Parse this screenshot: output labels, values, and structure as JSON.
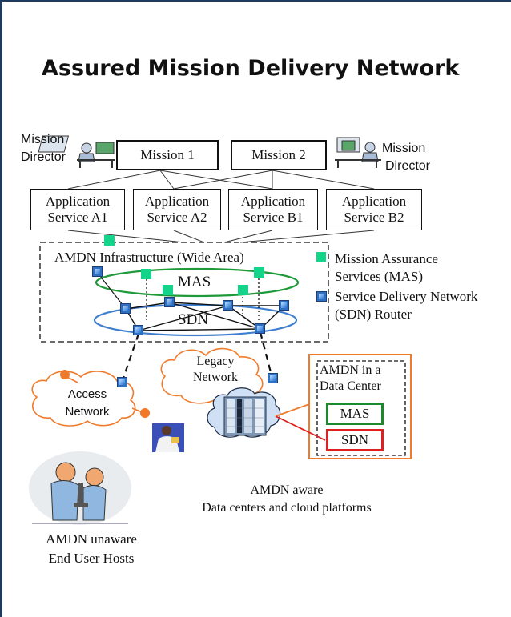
{
  "title": "Assured Mission Delivery Network",
  "mission_directors": [
    {
      "line1": "Mission",
      "line2": "Director"
    },
    {
      "line1": "Mission",
      "line2": "Director"
    }
  ],
  "missions": [
    "Mission 1",
    "Mission 2"
  ],
  "app_services": [
    {
      "line1": "Application",
      "line2": "Service A1"
    },
    {
      "line1": "Application",
      "line2": "Service A2"
    },
    {
      "line1": "Application",
      "line2": "Service B1"
    },
    {
      "line1": "Application",
      "line2": "Service B2"
    }
  ],
  "infrastructure_label": "AMDN Infrastructure (Wide Area)",
  "mas_label": "MAS",
  "sdn_label": "SDN",
  "legend": {
    "mas_line1": "Mission Assurance",
    "mas_line2": "Services (MAS)",
    "sdn_line1": "Service Delivery Network",
    "sdn_line2": "(SDN) Router"
  },
  "legacy_network": {
    "line1": "Legacy",
    "line2": "Network"
  },
  "access_network": {
    "line1": "Access",
    "line2": "Network"
  },
  "data_center": {
    "line1": "AMDN in a",
    "line2": "Data Center",
    "mas": "MAS",
    "sdn": "SDN"
  },
  "aware_caption": {
    "line1": "AMDN aware",
    "line2": "Data centers and cloud platforms"
  },
  "unaware_caption": {
    "line1": "AMDN unaware",
    "line2": "End User Hosts"
  },
  "colors": {
    "mas_green": "#14d48a",
    "mas_ring": "#1f9a3a",
    "sdn_ring": "#3f7fd0",
    "router_blue": "#2f6fc2",
    "callout_orange": "#f07a2a",
    "sdn_box_red": "#e02020",
    "mas_box_green": "#1a8a2a",
    "frame_border": "#1f3a5f"
  }
}
